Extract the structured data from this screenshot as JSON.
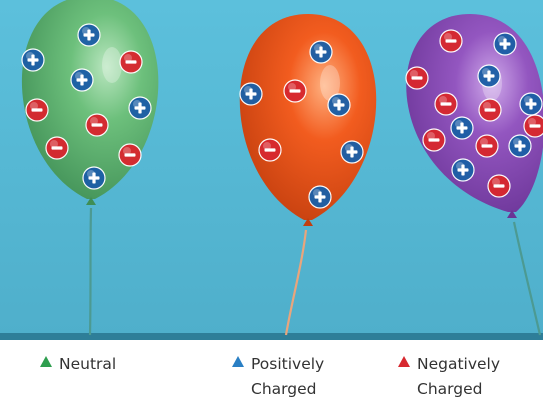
{
  "scene": {
    "sky_color": "#56B7D3",
    "floor_color": "#2E7E98"
  },
  "balloons": [
    {
      "name": "balloon-neutral",
      "color": "#6DC07C",
      "highlight": "#B9E6BF",
      "shade": "#3F8E55",
      "charges": [
        "positive",
        "positive",
        "negative",
        "positive",
        "negative",
        "positive",
        "negative",
        "negative",
        "negative",
        "positive"
      ],
      "positive_count": 5,
      "negative_count": 5
    },
    {
      "name": "balloon-positively-charged",
      "color": "#F25C1F",
      "highlight": "#FFB07F",
      "shade": "#C23E0E",
      "charges": [
        "positive",
        "positive",
        "negative",
        "positive",
        "negative",
        "positive",
        "positive"
      ],
      "positive_count": 5,
      "negative_count": 2
    },
    {
      "name": "balloon-negatively-charged",
      "color": "#9356C0",
      "highlight": "#CFA9EA",
      "shade": "#6A3496",
      "charges": [
        "negative",
        "positive",
        "negative",
        "positive",
        "negative",
        "negative",
        "negative",
        "positive",
        "negative",
        "negative",
        "positive",
        "positive",
        "negative",
        "positive"
      ],
      "positive_count": 6,
      "negative_count": 8
    }
  ],
  "charge_colors": {
    "positive": "#1D5FA6",
    "negative": "#D7282F",
    "symbol": "#FFFFFF"
  },
  "legend": [
    {
      "name": "legend-neutral",
      "label": "Neutral",
      "color": "#2E9E4E"
    },
    {
      "name": "legend-positively-charged",
      "label": "Positively\nCharged",
      "color": "#2A7FC4"
    },
    {
      "name": "legend-negatively-charged",
      "label": "Negatively\nCharged",
      "color": "#D7282F"
    }
  ]
}
